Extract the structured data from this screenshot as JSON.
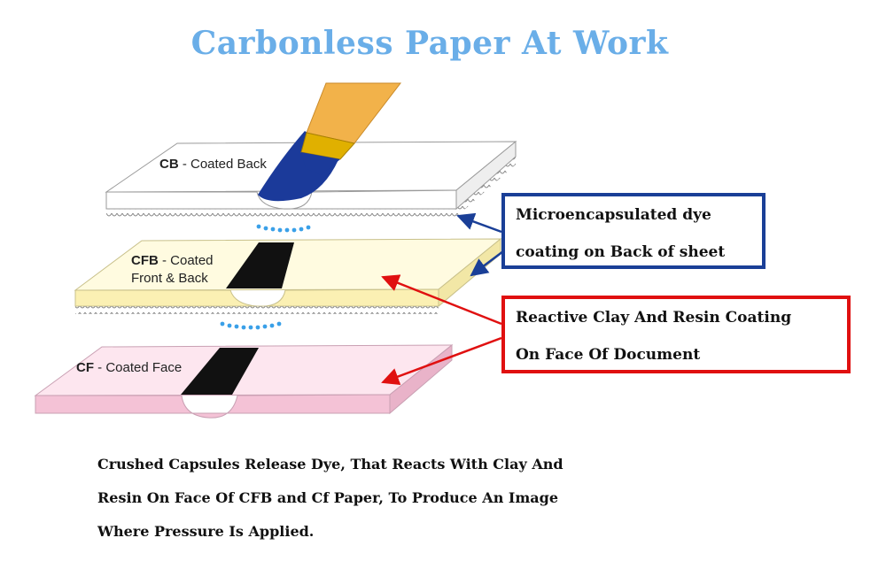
{
  "title": "Carbonless Paper At Work",
  "sheets": [
    {
      "code": "CB",
      "label": " - Coated Back",
      "color": "#ffffff"
    },
    {
      "code": "CFB",
      "label_line1": " - Coated",
      "label_line2": "Front & Back",
      "color": "#fdf6c8"
    },
    {
      "code": "CF",
      "label": " - Coated Face",
      "color": "#f6cfe0"
    }
  ],
  "callouts": {
    "microencapsulated": {
      "line1": "Microencapsulated dye",
      "line2": "coating on Back of sheet",
      "border_color": "#1a3f97"
    },
    "reactive_clay": {
      "line1": "Reactive Clay And Resin Coating",
      "line2": "On Face Of Document",
      "border_color": "#e01010"
    }
  },
  "caption": {
    "line1": "Crushed Capsules Release Dye, That Reacts With Clay And",
    "line2": "Resin On Face Of CFB and Cf Paper, To Produce An Image",
    "line3": "Where Pressure Is Applied."
  },
  "colors": {
    "title": "#6aaee8",
    "dye_blue": "#1b3a9a",
    "capsule_drops": "#3aa0e8",
    "pen_body": "#f2b24a",
    "pen_tip": "#e0b000",
    "image_mark": "#111111"
  }
}
